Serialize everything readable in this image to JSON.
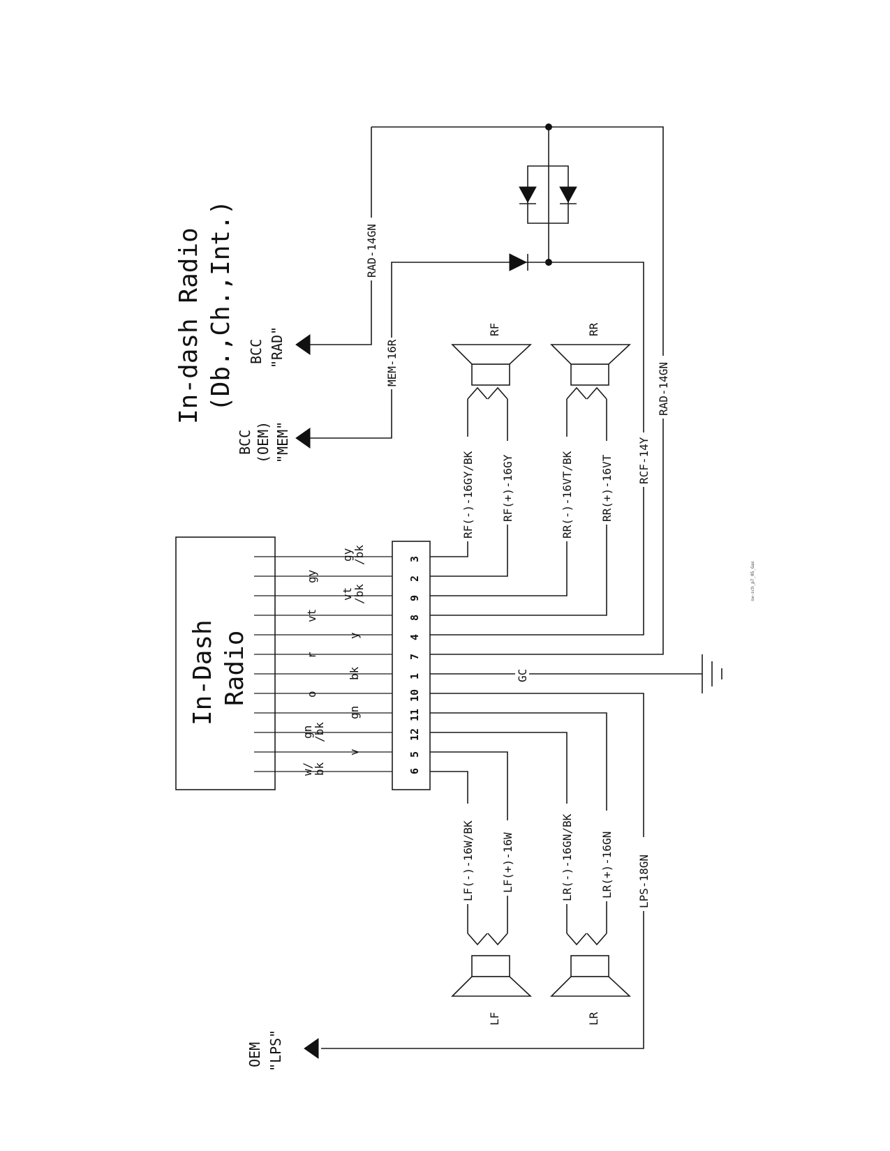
{
  "title": {
    "line1": "In-dash Radio",
    "line2": "(Db.,Ch.,Int.)"
  },
  "radio_box": {
    "line1": "In-Dash",
    "line2": "Radio"
  },
  "connector": {
    "pins": [
      "3",
      "2",
      "9",
      "8",
      "4",
      "7",
      "1",
      "10",
      "11",
      "12",
      "5",
      "6"
    ]
  },
  "wire_colors": {
    "gy_bk_1": "gy",
    "gy_bk_2": "/bk",
    "gy": "gy",
    "vt_bk_1": "vt",
    "vt_bk_2": "/bk",
    "vt": "vt",
    "y": "y",
    "r": "r",
    "bk": "bk",
    "o": "o",
    "gn": "gn",
    "gn_bk_1": "gn",
    "gn_bk_2": "/bk",
    "v": "v",
    "w_bk_1": "w/",
    "w_bk_2": "bk"
  },
  "circuits": {
    "rf_neg": "RF(-)-16GY/BK",
    "rf_pos": "RF(+)-16GY",
    "rr_neg": "RR(-)-16VT/BK",
    "rr_pos": "RR(+)-16VT",
    "rcf": "RCF-14Y",
    "rad_right": "RAD-14GN",
    "rad_top": "RAD-14GN",
    "mem": "MEM-16R",
    "gc": "GC",
    "lf_neg": "LF(-)-16W/BK",
    "lf_pos": "LF(+)-16W",
    "lr_neg": "LR(-)-16GN/BK",
    "lr_pos": "LR(+)-16GN",
    "lps": "LPS-18GN"
  },
  "speakers": {
    "rf": "RF",
    "rr": "RR",
    "lf": "LF",
    "lr": "LR"
  },
  "connectors_out": {
    "bcc_rad": {
      "line1": "BCC",
      "line2": "\"RAD\""
    },
    "bcc_mem": {
      "line1": "BCC",
      "line2": "(OEM)",
      "line3": "\"MEM\""
    },
    "oem_lps": {
      "line1": "OEM",
      "line2": "\"LPS\""
    }
  },
  "footer": {
    "code": "sw-sch_p7_05_Gas"
  }
}
